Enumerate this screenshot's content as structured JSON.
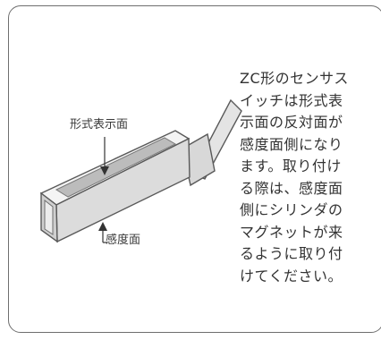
{
  "figure": {
    "label_display_face": "形式表示面",
    "label_sensing_face": "感度面"
  },
  "description": {
    "lines": [
      "ZC形のセンサス",
      "イッチは形式表",
      "示面の反対面が",
      "感度面側になり",
      "ます。取り付け",
      "る際は、感度面",
      "側にシリンダの",
      "マグネットが来",
      "るように取り付",
      "けてください。"
    ]
  }
}
